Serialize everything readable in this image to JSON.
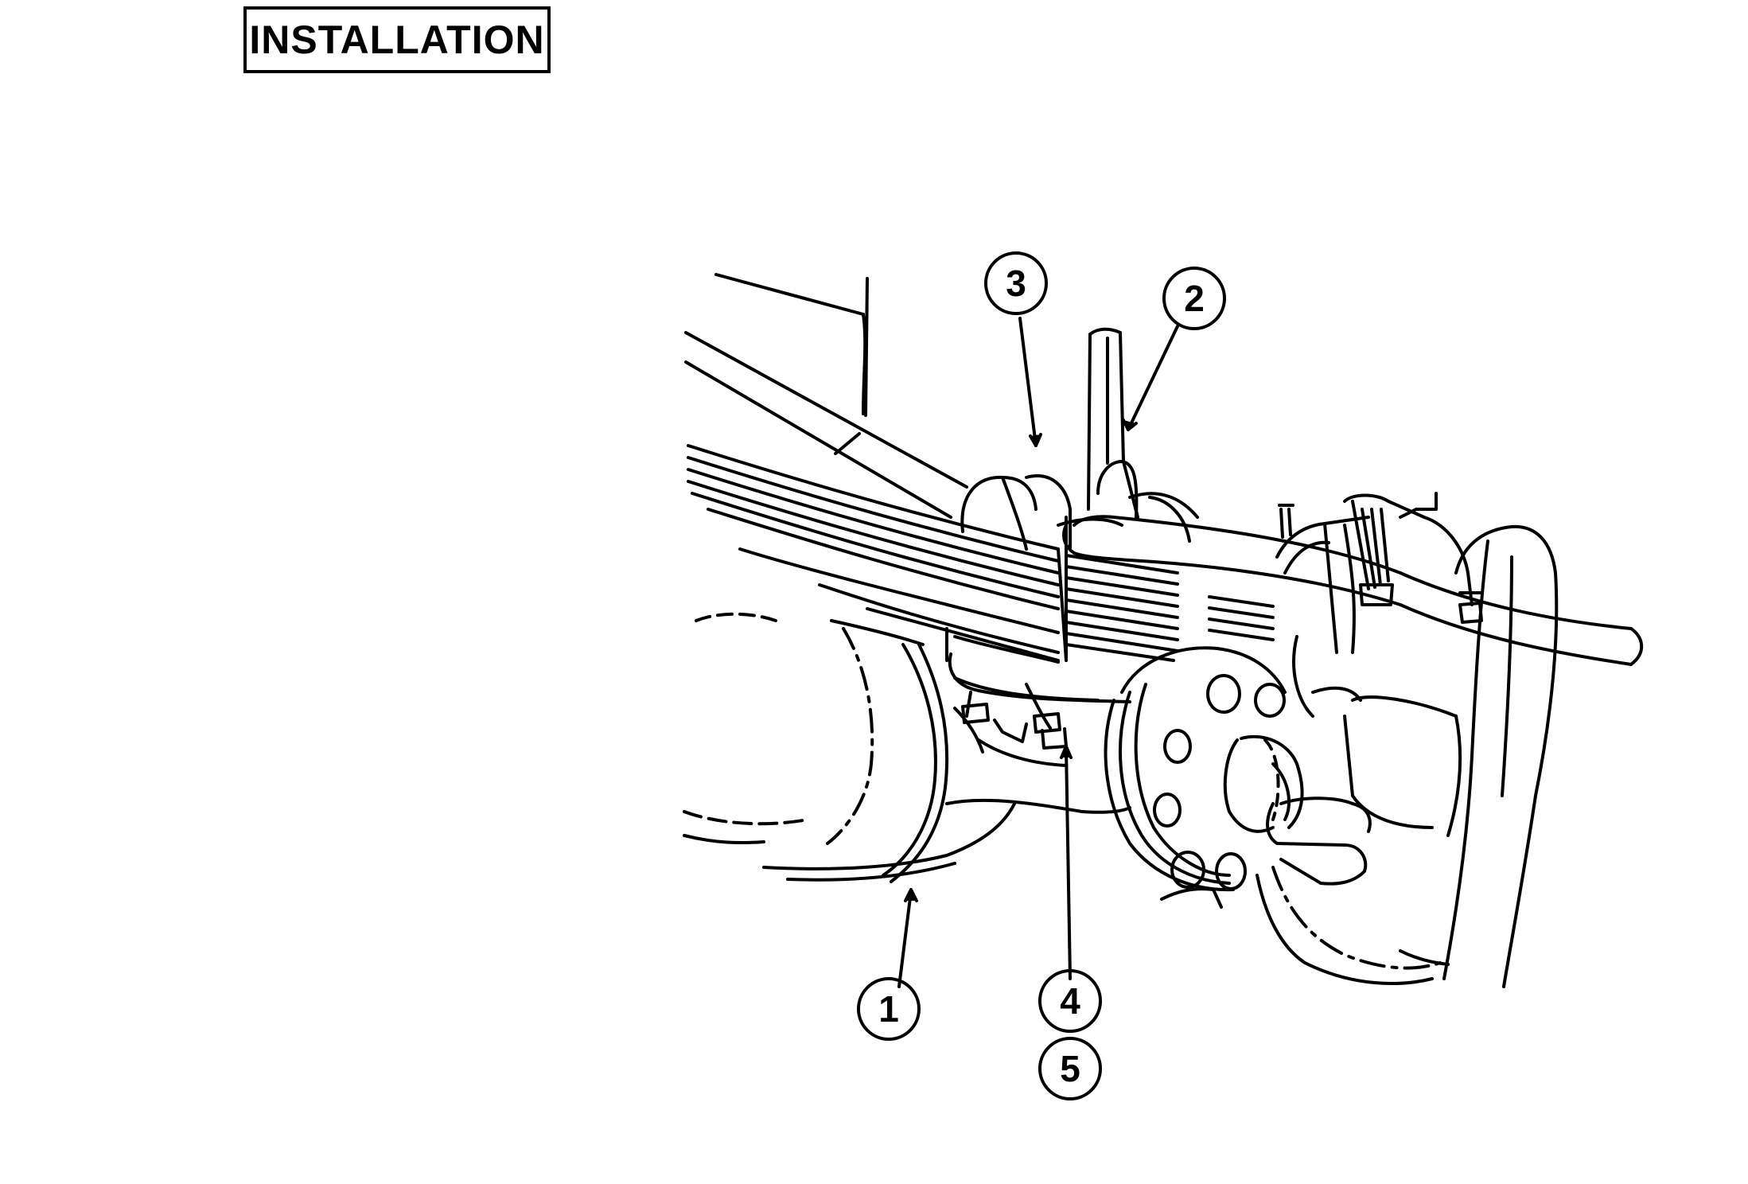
{
  "header": {
    "title": "INSTALLATION"
  },
  "callouts": [
    {
      "id": "c1",
      "label": "1"
    },
    {
      "id": "c2",
      "label": "2"
    },
    {
      "id": "c3",
      "label": "3"
    },
    {
      "id": "c4",
      "label": "4"
    },
    {
      "id": "c5",
      "label": "5"
    }
  ],
  "colors": {
    "ink": "#000000",
    "paper": "#ffffff"
  }
}
